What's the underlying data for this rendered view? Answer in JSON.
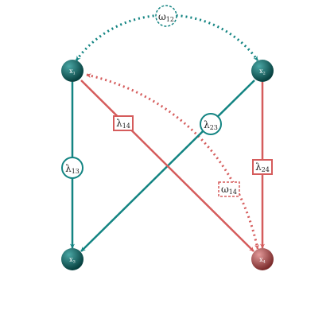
{
  "colors": {
    "teal": "#138482",
    "red": "#d55c5c",
    "node_teal_light": "#4aa7a5",
    "node_teal_dark": "#063f3e",
    "node_red_light": "#e39a9a",
    "node_red_dark": "#7a2a2a"
  },
  "nodes": {
    "x1": {
      "base": "x",
      "sub": "1"
    },
    "x2": {
      "base": "x",
      "sub": "2"
    },
    "x3": {
      "base": "x",
      "sub": "3"
    },
    "x4": {
      "base": "x",
      "sub": "4"
    }
  },
  "edges": {
    "lambda13": {
      "base": "λ",
      "sub": "13"
    },
    "lambda14": {
      "base": "λ",
      "sub": "14"
    },
    "lambda23": {
      "base": "λ",
      "sub": "23"
    },
    "lambda24": {
      "base": "λ",
      "sub": "24"
    },
    "omega12": {
      "base": "ω",
      "sub": "12"
    },
    "omega14": {
      "base": "ω",
      "sub": "14"
    }
  }
}
